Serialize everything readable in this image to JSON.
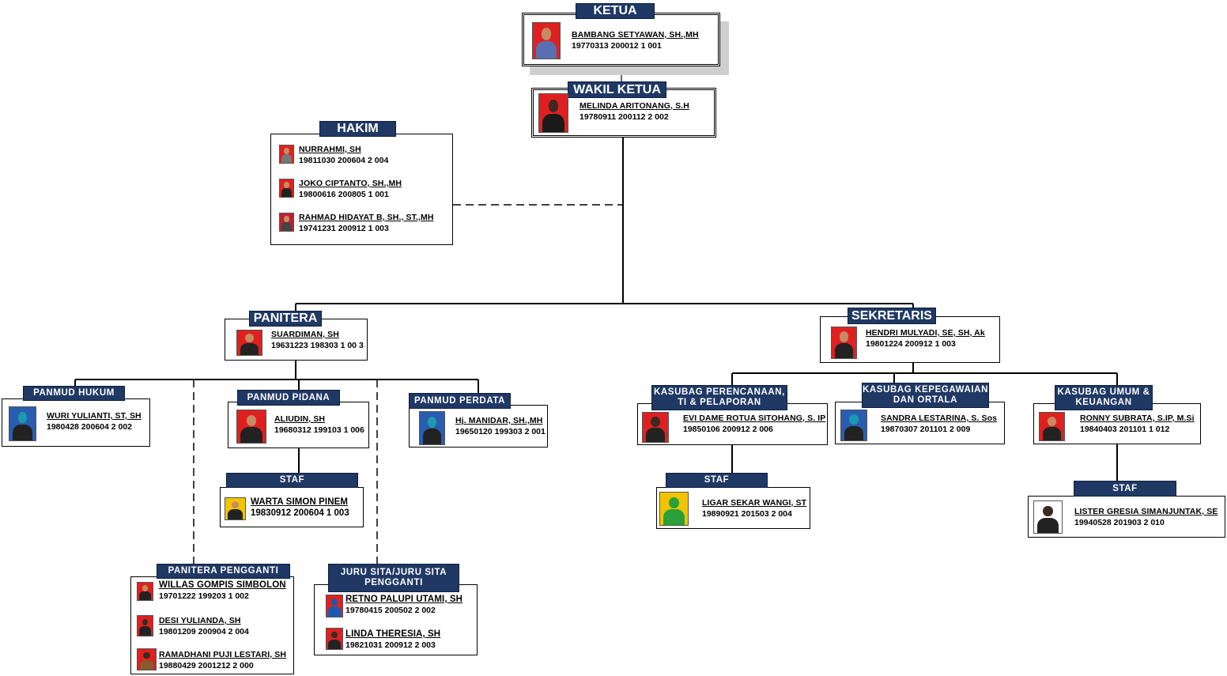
{
  "ketua": {
    "title": "KETUA",
    "name": "BAMBANG SETYAWAN, SH.,MH",
    "nip": "19770313 200012 1 001"
  },
  "wakil": {
    "title": "WAKIL KETUA",
    "name": "MELINDA ARITONANG, S.H",
    "nip": "19780911 200112 2 002"
  },
  "hakim": {
    "title": "HAKIM",
    "members": [
      {
        "name": "NURRAHMI, SH",
        "nip": "19811030 200604 2 004"
      },
      {
        "name": "JOKO CIPTANTO, SH.,MH",
        "nip": "19800616 200805 1 001"
      },
      {
        "name": "RAHMAD HIDAYAT B, SH., ST.,MH",
        "nip": "19741231  200912  1 003"
      }
    ]
  },
  "panitera": {
    "title": "PANITERA",
    "name": "SUARDIMAN, SH",
    "nip": "19631223 198303 1 00 3"
  },
  "sekretaris": {
    "title": "SEKRETARIS",
    "name": "HENDRI MULYADI, SE, SH,  Ak",
    "nip": "19801224 200912 1 003"
  },
  "panmud_hukum": {
    "title": "PANMUD HUKUM",
    "name": "WURI YULIANTI, ST, SH",
    "nip": "1980428  200604 2 002"
  },
  "panmud_pidana": {
    "title": "PANMUD PIDANA",
    "name": "ALIUDIN, SH",
    "nip": "19680312 199103 1 006"
  },
  "staf_pidana": {
    "title": "STAF",
    "name": "WARTA SIMON PINEM",
    "nip": "19830912 200604 1 003"
  },
  "panmud_perdata": {
    "title": "PANMUD PERDATA",
    "name": "Hj. MANIDAR, SH.,MH",
    "nip": "19650120 199303 2 001"
  },
  "kasubag_ptip": {
    "title1": "KASUBAG PERENCANAAN,",
    "title2": "TI & PELAPORAN",
    "name": "EVI DAME ROTUA SITOHANG, S. IP",
    "nip": "19850106 200912 2 006"
  },
  "staf_ptip": {
    "title": "STAF",
    "name": "LIGAR SEKAR WANGI, ST",
    "nip": "19890921 201503 2 004"
  },
  "kasubag_kepeg": {
    "title1": "KASUBAG KEPEGAWAIAN",
    "title2": "DAN ORTALA",
    "name": "SANDRA LESTARINA, S. Sos",
    "nip": "19870307 201101 2 009"
  },
  "kasubag_umum": {
    "title1": "KASUBAG UMUM &",
    "title2": "KEUANGAN",
    "name": "RONNY SUBRATA, S.IP, M.Si",
    "nip": "19840403 201101 1 012"
  },
  "staf_umum": {
    "title": "STAF",
    "name": "LISTER GRESIA SIMANJUNTAK, SE",
    "nip": "19940528 201903 2 010"
  },
  "panitera_pengganti": {
    "title": "PANITERA PENGGANTI",
    "members": [
      {
        "name": "WILLAS GOMPIS SIMBOLON",
        "nip": " 19701222 199203 1 002"
      },
      {
        "name": "DESI YULIANDA,  SH",
        "nip": "19801209 200904 2 004"
      },
      {
        "name": "RAMADHANI PUJI LESTARI,  SH",
        "nip": "19880429 2001212 2 000"
      }
    ]
  },
  "jurusita": {
    "title1": "JURU SITA/JURU SITA",
    "title2": "PENGGANTI",
    "members": [
      {
        "name": "RETNO PALUPI UTAMI, SH",
        "nip": "19780415 200502 2 002"
      },
      {
        "name": "LINDA THERESIA, SH",
        "nip": "19821031 200912 2 003"
      }
    ]
  },
  "colors": {
    "header": "#1f3864",
    "red_photo": "#e02020",
    "blue_photo": "#2a5db0",
    "yellow_photo": "#f2c400",
    "gray_photo": "#9a9a9a"
  }
}
